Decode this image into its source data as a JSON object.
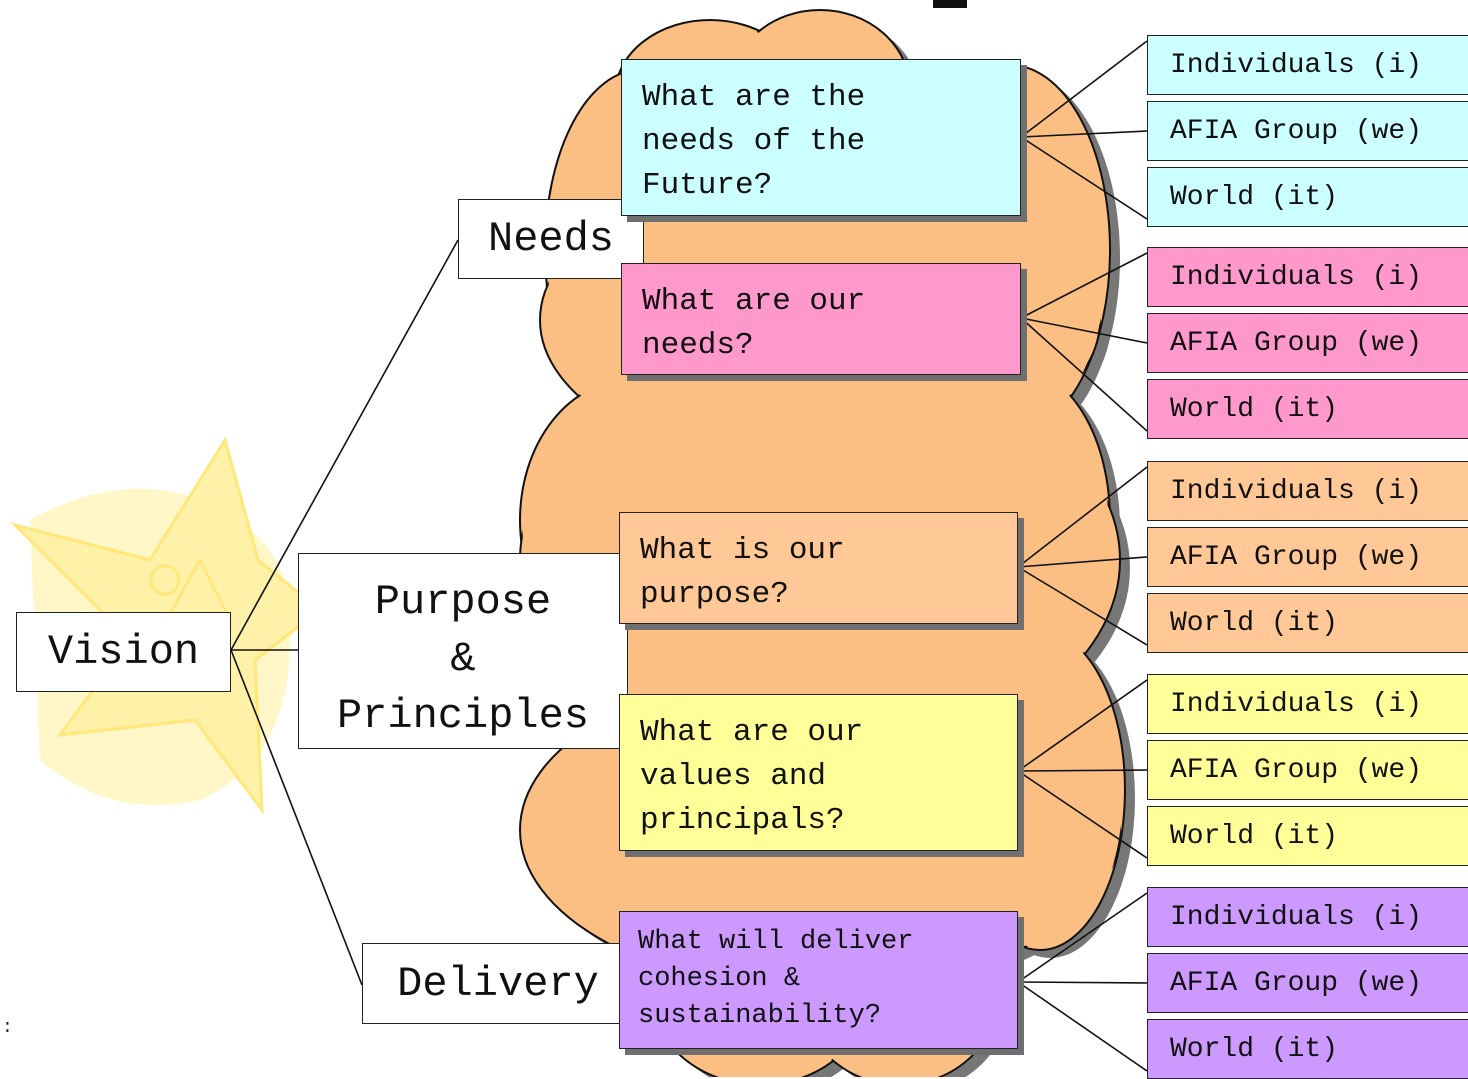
{
  "colors": {
    "cloud": "#fcbf83",
    "cloud_shadow": "#777777",
    "star": "#fff2a8",
    "needs_future": "#ccffff",
    "needs_ours": "#ff99cc",
    "purpose": "#ffc896",
    "values": "#ffff99",
    "delivery": "#cc99ff"
  },
  "root": {
    "label": "Vision"
  },
  "stages": [
    {
      "id": "needs",
      "label": "Needs"
    },
    {
      "id": "purpose",
      "label": "Purpose\n&\nPrinciples"
    },
    {
      "id": "delivery",
      "label": "Delivery"
    }
  ],
  "questions": [
    {
      "id": "q1",
      "text": "What are the\nneeds of the\nFuture?",
      "color": "needs_future"
    },
    {
      "id": "q2",
      "text": "What are our\nneeds?",
      "color": "needs_ours"
    },
    {
      "id": "q3",
      "text": "What is our\npurpose?",
      "color": "purpose"
    },
    {
      "id": "q4",
      "text": "What are our\nvalues and\nprincipals?",
      "color": "values"
    },
    {
      "id": "q5",
      "text": "What will deliver\ncohesion &\nsustainability?",
      "color": "delivery"
    }
  ],
  "perspectives": [
    "Individuals (i)",
    "AFIA Group (we)",
    "World (it)"
  ],
  "stray_mark": ":"
}
